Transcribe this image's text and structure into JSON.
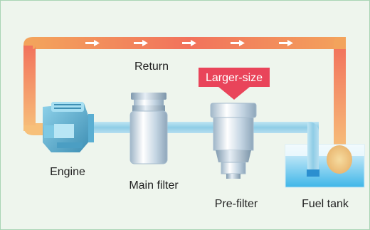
{
  "labels": {
    "return": "Return",
    "larger_size": "Larger-size",
    "engine": "Engine",
    "main_filter": "Main filter",
    "pre_filter": "Pre-filter",
    "fuel_tank": "Fuel tank"
  },
  "colors": {
    "background": "#eef5ed",
    "border": "#a9d4b5",
    "return_line_outer": "#f0a05a",
    "return_line_inner": "#f47a5a",
    "supply_pipe": "#9fd3ea",
    "badge": "#e9445a",
    "fuel": "#7ccdef"
  }
}
